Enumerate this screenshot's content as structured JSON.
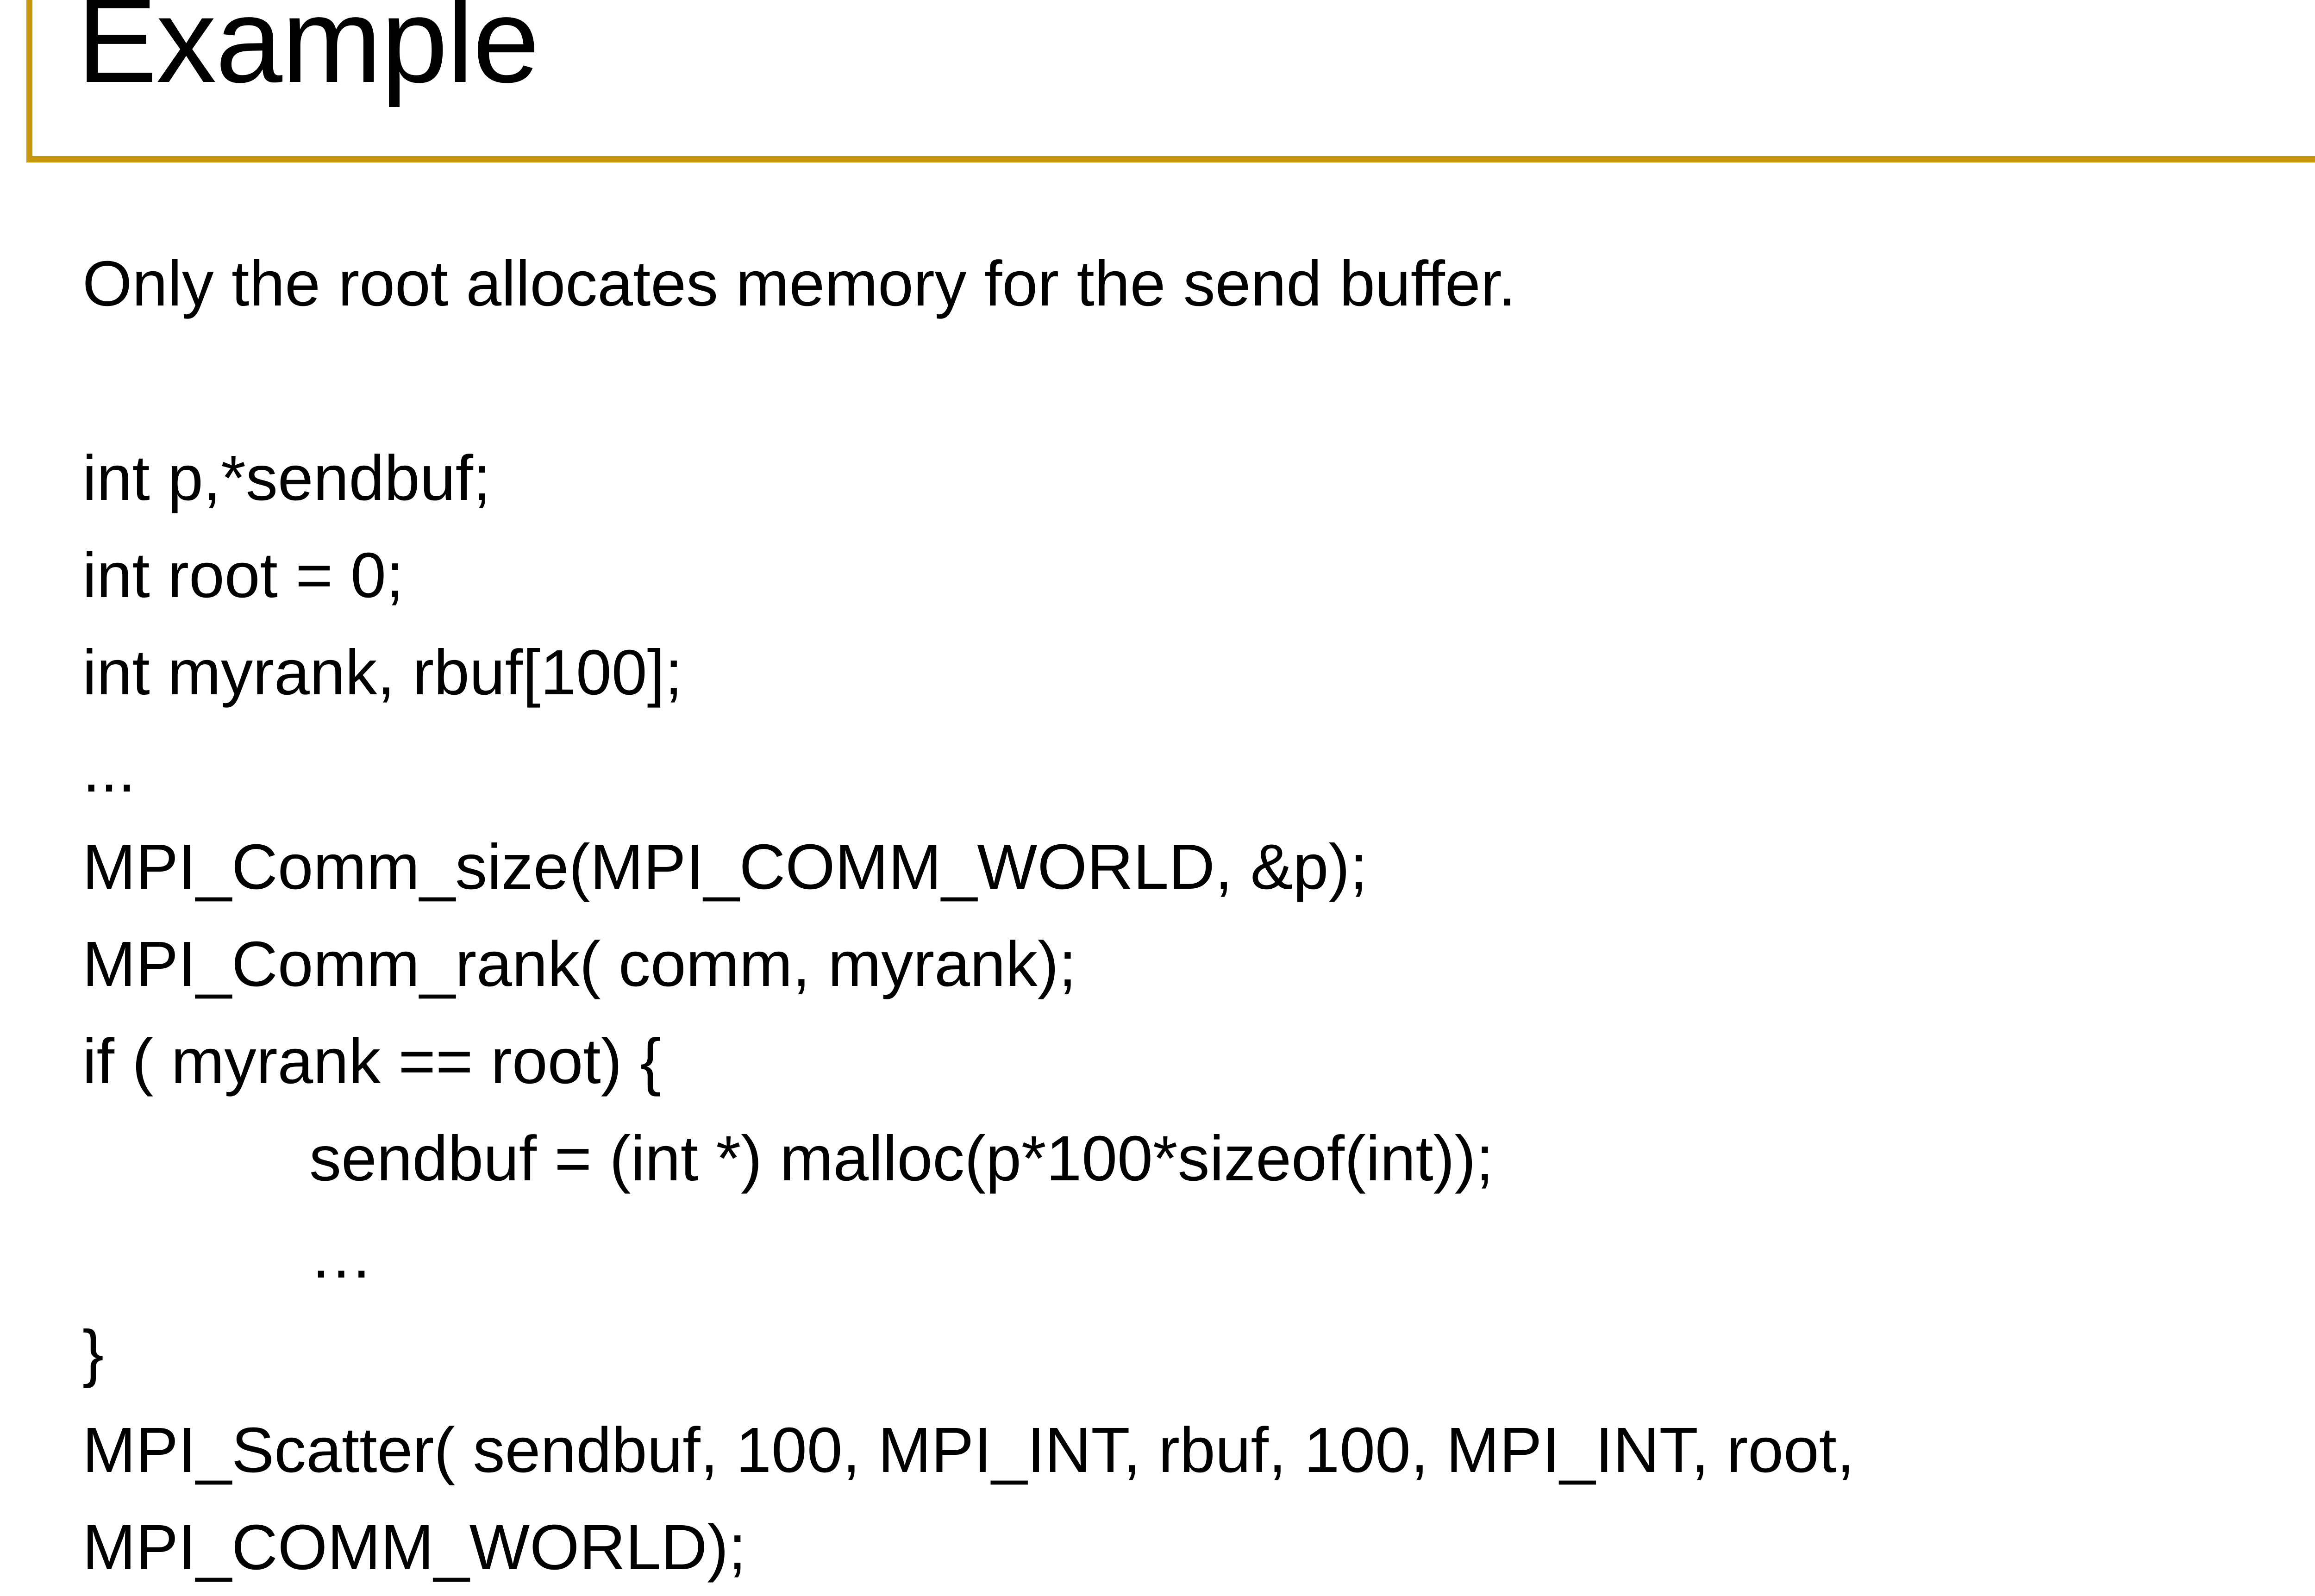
{
  "slide": {
    "title": "Example",
    "accent_color": "#c8960a",
    "text_color": "#000000",
    "background_color": "#ffffff"
  },
  "body": {
    "lines": [
      {
        "text": "Only the root allocates memory for the send buffer.",
        "indent": 0
      },
      {
        "text": "",
        "indent": 0
      },
      {
        "text": "int p,*sendbuf;",
        "indent": 0
      },
      {
        "text": "int root = 0;",
        "indent": 0
      },
      {
        "text": "int myrank, rbuf[100];",
        "indent": 0
      },
      {
        "text": "...",
        "indent": 0
      },
      {
        "text": "MPI_Comm_size(MPI_COMM_WORLD, &p);",
        "indent": 0
      },
      {
        "text": "MPI_Comm_rank( comm, myrank);",
        "indent": 0
      },
      {
        "text": "if ( myrank == root) {",
        "indent": 0
      },
      {
        "text": "sendbuf = (int *) malloc(p*100*sizeof(int));",
        "indent": 1
      },
      {
        "text": "…",
        "indent": 1
      },
      {
        "text": "}",
        "indent": 0
      },
      {
        "text": "MPI_Scatter( sendbuf, 100, MPI_INT, rbuf, 100, MPI_INT, root, MPI_COMM_WORLD);",
        "indent": 0
      }
    ]
  }
}
